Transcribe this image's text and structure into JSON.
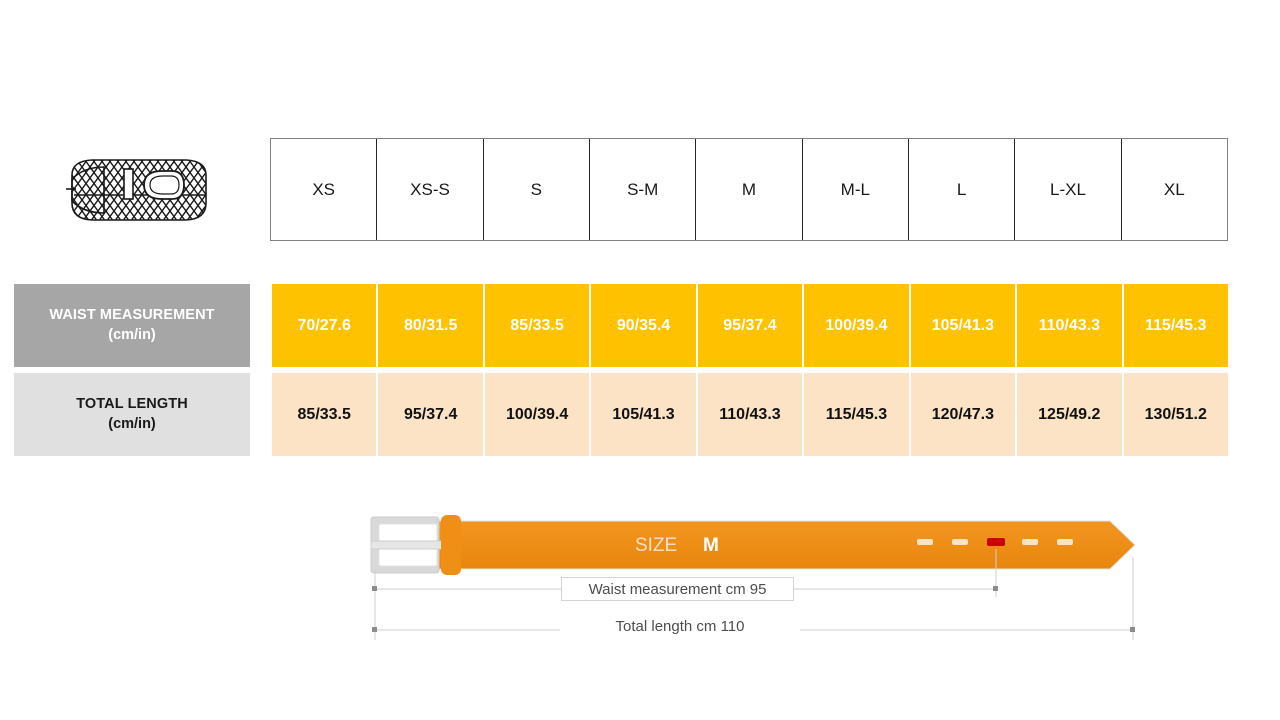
{
  "product": {
    "icon_label": "braided-belt-illustration"
  },
  "table": {
    "size_header": {
      "cells": [
        "XS",
        "XS-S",
        "S",
        "S-M",
        "M",
        "M-L",
        "L",
        "L-XL",
        "XL"
      ]
    },
    "rows": [
      {
        "label_line1": "WAIST MEASUREMENT",
        "label_line2": "(cm/in)",
        "values": [
          "70/27.6",
          "80/31.5",
          "85/33.5",
          "90/35.4",
          "95/37.4",
          "100/39.4",
          "105/41.3",
          "110/43.3",
          "115/45.3"
        ]
      },
      {
        "label_line1": "TOTAL LENGTH",
        "label_line2": "(cm/in)",
        "values": [
          "85/33.5",
          "95/37.4",
          "100/39.4",
          "105/41.3",
          "110/43.3",
          "115/45.3",
          "120/47.3",
          "125/49.2",
          "130/51.2"
        ]
      }
    ]
  },
  "diagram": {
    "size_prefix": "SIZE",
    "size_value": "M",
    "waist_dimension": "Waist measurement cm 95",
    "total_dimension": "Total length cm 110",
    "holes_total": 5,
    "highlighted_hole_index": 3
  },
  "colors": {
    "waist_row_bg": "#ffc200",
    "waist_label_bg": "#a6a6a6",
    "length_row_bg": "#fce3c6",
    "length_label_bg": "#e0e0e0",
    "belt_orange": "#ee8c1a",
    "buckle_grey": "#d9d9d9",
    "highlight_hole": "#cc0000",
    "dimension_line": "#c9c9c9"
  }
}
